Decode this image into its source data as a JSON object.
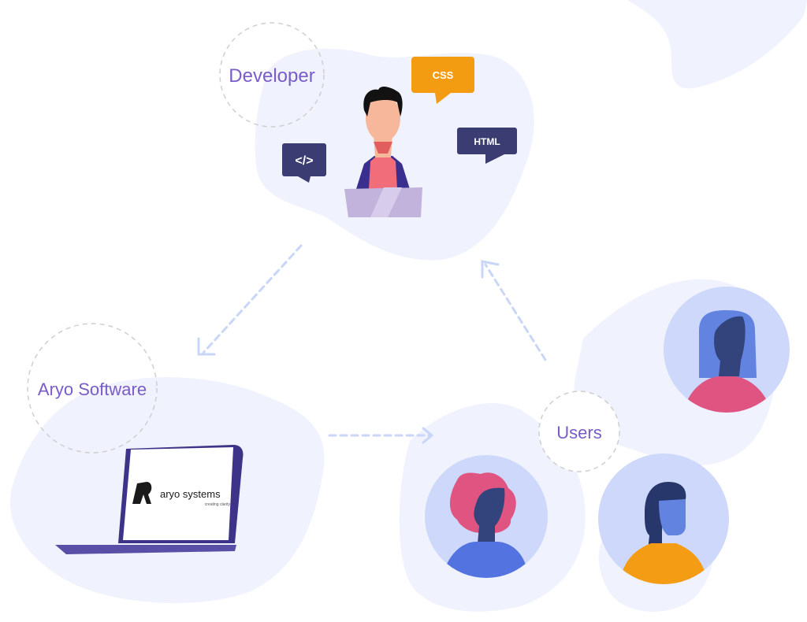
{
  "diagram": {
    "nodes": {
      "developer": {
        "label": "Developer"
      },
      "software": {
        "label": "Aryo Software"
      },
      "users": {
        "label": "Users"
      }
    },
    "bubbles": {
      "css": "CSS",
      "html": "HTML",
      "code": "</>"
    },
    "laptop_screen": {
      "brand": "aryo systems",
      "tagline": "creating clarity"
    },
    "flow": [
      {
        "from": "developer",
        "to": "software"
      },
      {
        "from": "software",
        "to": "users"
      },
      {
        "from": "users",
        "to": "developer"
      }
    ],
    "colors": {
      "label": "#7a5cc8",
      "blob": "#f0f2fd",
      "arrow": "#c9d6f7",
      "css_bubble": "#f39c12",
      "dark_bubble": "#3b3d72",
      "avatar_bg": "#cdd8fa",
      "pink": "#e05482",
      "blue": "#5273e0",
      "orange": "#f49c14",
      "navy": "#2e3a70"
    }
  }
}
